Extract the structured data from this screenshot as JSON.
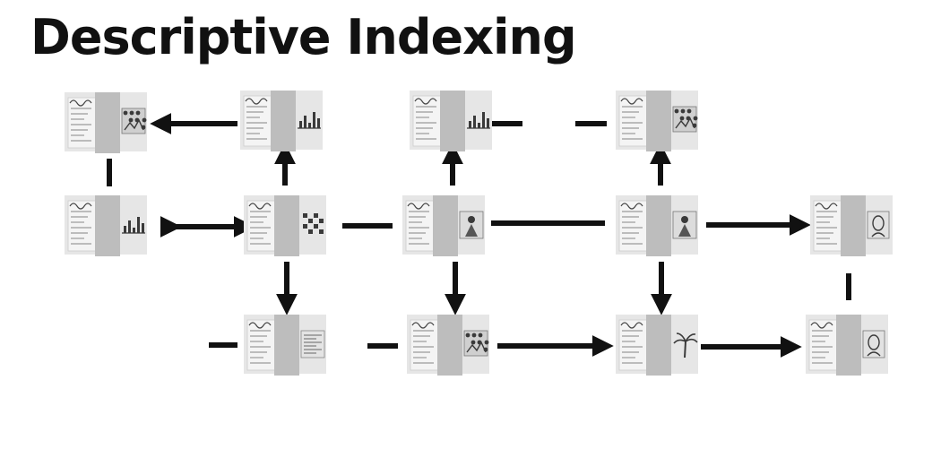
{
  "title": "Descriptive Indexing",
  "colors": {
    "ink": "#111111",
    "card_back": "#e6e6e6",
    "card_page": "#f4f4f4",
    "card_panel": "#bdbdbd",
    "card_line": "#9a9a9a"
  },
  "nodes": [
    {
      "id": "r1c1",
      "art": "collage"
    },
    {
      "id": "r1c2",
      "art": "bars"
    },
    {
      "id": "r1c3",
      "art": "bars"
    },
    {
      "id": "r1c4",
      "art": "collage"
    },
    {
      "id": "r2c1",
      "art": "bars"
    },
    {
      "id": "r2c2",
      "art": "grid"
    },
    {
      "id": "r2c3",
      "art": "figure"
    },
    {
      "id": "r2c4",
      "art": "figure"
    },
    {
      "id": "r2c5",
      "art": "portrait"
    },
    {
      "id": "r3c2",
      "art": "text"
    },
    {
      "id": "r3c3",
      "art": "collage"
    },
    {
      "id": "r3c4",
      "art": "palm"
    },
    {
      "id": "r3c5",
      "art": "portrait"
    }
  ],
  "connectors": [
    {
      "id": "r1c2-to-r1c1",
      "type": "arrow"
    },
    {
      "id": "r1c1-r2c1",
      "type": "line"
    },
    {
      "id": "r2c2-to-r1c2",
      "type": "arrow"
    },
    {
      "id": "r2c3-to-r1c3",
      "type": "arrow"
    },
    {
      "id": "r1c3-stub",
      "type": "line"
    },
    {
      "id": "r1c4-stub",
      "type": "line"
    },
    {
      "id": "r2c4-to-r1c4",
      "type": "arrow"
    },
    {
      "id": "r2c1-r2c2",
      "type": "double-arrow"
    },
    {
      "id": "r2c2-r2c3",
      "type": "line"
    },
    {
      "id": "r2c3-r2c4",
      "type": "line"
    },
    {
      "id": "r2c4-to-r2c5",
      "type": "arrow"
    },
    {
      "id": "r2c2-to-r3c2",
      "type": "arrow"
    },
    {
      "id": "r2c3-to-r3c3",
      "type": "arrow"
    },
    {
      "id": "r2c4-to-r3c4",
      "type": "arrow"
    },
    {
      "id": "r2c5-r3c5",
      "type": "line"
    },
    {
      "id": "r3c2-stub",
      "type": "line"
    },
    {
      "id": "r3c3-stub",
      "type": "line"
    },
    {
      "id": "r3c3-to-r3c4",
      "type": "arrow"
    },
    {
      "id": "r3c4-to-r3c5",
      "type": "arrow"
    }
  ]
}
